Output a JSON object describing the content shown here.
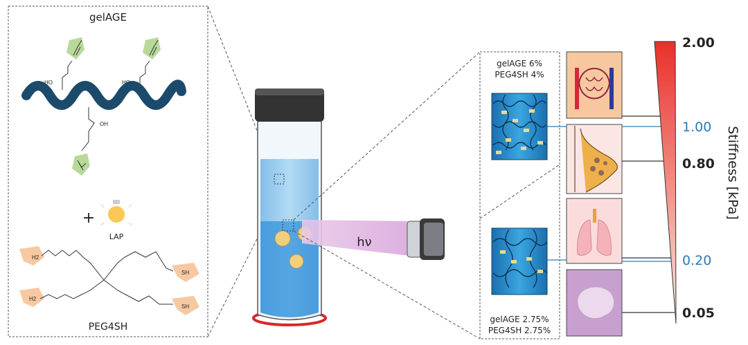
{
  "left_panel": {
    "gelage_title": "gelAGE",
    "hydroxyl_labels": [
      "HO",
      "HO",
      "OH"
    ],
    "plus": "+",
    "lap_label": "LAP",
    "peg_title": "PEG4SH",
    "peg_end_labels": [
      "H2",
      "H2",
      "SH",
      "SH"
    ]
  },
  "center": {
    "light_label": "hν"
  },
  "right_panel": {
    "high_formulation": [
      "gelAGE 6%",
      "PEG4SH 4%"
    ],
    "low_formulation": [
      "gelAGE 2.75%",
      "PEG4SH 2.75%"
    ],
    "organs": [
      "kidney-glomerulus",
      "breast",
      "lung",
      "brain"
    ]
  },
  "stiffness_scale": {
    "axis_label": "Stiffness [kPa]",
    "ticks": [
      {
        "label": "2.00",
        "color": "#222222"
      },
      {
        "label": "1.00",
        "color": "#2a7ab8"
      },
      {
        "label": "0.80",
        "color": "#222222"
      },
      {
        "label": "0.20",
        "color": "#2a7ab8"
      },
      {
        "label": "0.05",
        "color": "#222222"
      }
    ],
    "gradient": [
      "#e8312a",
      "#fbe3d8"
    ]
  }
}
